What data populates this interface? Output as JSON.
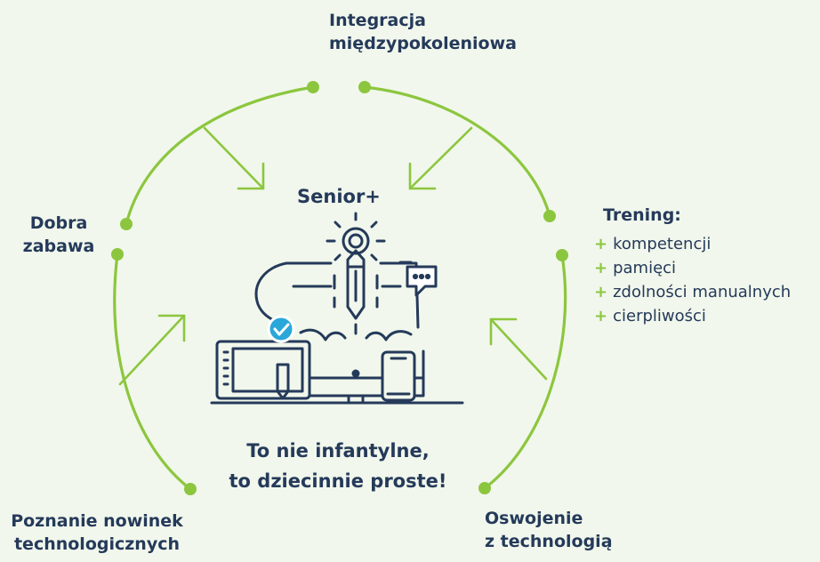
{
  "top_label": {
    "line1": "Integracja",
    "line2": "międzypokoleniowa"
  },
  "left_label": {
    "line1": "Dobra",
    "line2": "zabawa"
  },
  "right_label": {
    "title": "Trening:",
    "items": [
      "kompetencji",
      "pamięci",
      "zdolności manualnych",
      "cierpliwości"
    ]
  },
  "bottom_left_label": {
    "line1": "Poznanie nowinek",
    "line2": "technologicznych"
  },
  "bottom_right_label": {
    "line1": "Oswojenie",
    "line2": "z technologią"
  },
  "center_title": "Senior+",
  "tagline": {
    "line1": "To nie infantylne,",
    "line2": "to dziecinnie proste!"
  },
  "plus_symbol": "+",
  "colors": {
    "accent": "#8cc63e",
    "text": "#253a5a",
    "background": "#f1f7ec",
    "badge": "#2aa7d9"
  },
  "icons": [
    "lightbulb-pencil-icon",
    "chat-bubble-icon",
    "check-badge-icon",
    "monitor-icon",
    "tablet-icon",
    "phone-icon"
  ]
}
